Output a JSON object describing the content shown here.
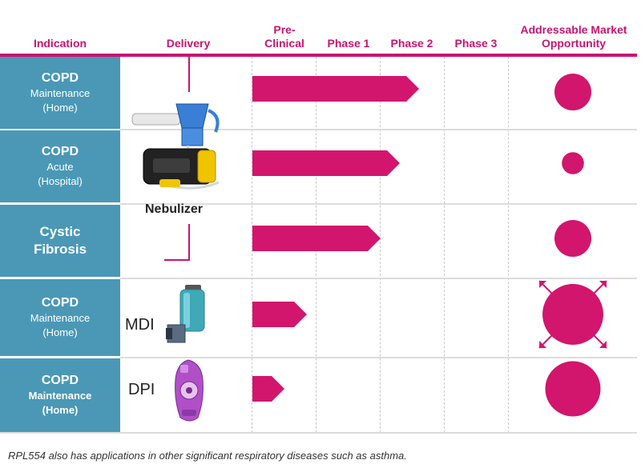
{
  "header": {
    "indication": "Indication",
    "delivery": "Delivery",
    "preclinical_line1": "Pre-",
    "preclinical_line2": "Clinical",
    "phase1": "Phase 1",
    "phase2": "Phase 2",
    "phase3": "Phase 3",
    "market_line1": "Addressable Market",
    "market_line2": "Opportunity"
  },
  "rows": [
    {
      "title": "COPD",
      "sub1": "Maintenance",
      "sub2": "(Home)"
    },
    {
      "title": "COPD",
      "sub1": "Acute",
      "sub2": "(Hospital)"
    },
    {
      "title_line1": "Cystic",
      "title_line2": "Fibrosis"
    },
    {
      "title": "COPD",
      "sub1": "Maintenance",
      "sub2": "(Home)"
    },
    {
      "title": "COPD",
      "sub1": "Maintenance",
      "sub2": "(Home)"
    }
  ],
  "delivery": {
    "nebulizer": "Nebulizer",
    "mdi": "MDI",
    "dpi": "DPI"
  },
  "footnote": "RPL554 also has applications in other significant respiratory diseases such as asthma.",
  "colors": {
    "accent": "#c8156e",
    "indication_bg": "#4a98b6",
    "bar": "#d2156d"
  },
  "chart_data": {
    "type": "bar",
    "stages": [
      "Pre-Clinical",
      "Phase 1",
      "Phase 2",
      "Phase 3"
    ],
    "progress_scale_note_hidden": true,
    "bars": [
      2.6,
      2.3,
      2.0,
      0.85,
      0.5
    ],
    "market_size_relative": [
      1.0,
      0.6,
      1.0,
      1.65,
      1.5
    ],
    "market_expanding": [
      false,
      false,
      false,
      true,
      false
    ]
  }
}
